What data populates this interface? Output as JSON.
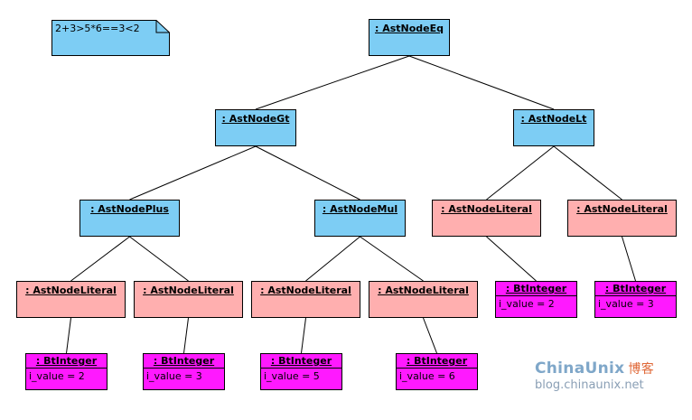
{
  "note": {
    "text": "2+3>5*6==3<2"
  },
  "nodes": {
    "eq": {
      "title": ": AstNodeEq"
    },
    "gt": {
      "title": ": AstNodeGt"
    },
    "lt": {
      "title": ": AstNodeLt"
    },
    "plus": {
      "title": ": AstNodePlus"
    },
    "mul": {
      "title": ": AstNodeMul"
    },
    "lit_lt_left": {
      "title": ": AstNodeLiteral"
    },
    "lit_lt_right": {
      "title": ": AstNodeLiteral"
    },
    "lit_plus_left": {
      "title": ": AstNodeLiteral"
    },
    "lit_plus_right": {
      "title": ": AstNodeLiteral"
    },
    "lit_mul_left": {
      "title": ": AstNodeLiteral"
    },
    "lit_mul_right": {
      "title": ": AstNodeLiteral"
    },
    "bt_lt_left": {
      "title": ": BtInteger",
      "attr": "i_value = 2"
    },
    "bt_lt_right": {
      "title": ": BtInteger",
      "attr": "i_value = 3"
    },
    "bt_plus_left": {
      "title": ": BtInteger",
      "attr": "i_value = 2"
    },
    "bt_plus_right": {
      "title": ": BtInteger",
      "attr": "i_value = 3"
    },
    "bt_mul_left": {
      "title": ": BtInteger",
      "attr": "i_value = 5"
    },
    "bt_mul_right": {
      "title": ": BtInteger",
      "attr": "i_value = 6"
    }
  },
  "edges": [
    [
      "eq",
      "gt"
    ],
    [
      "eq",
      "lt"
    ],
    [
      "gt",
      "plus"
    ],
    [
      "gt",
      "mul"
    ],
    [
      "lt",
      "lit_lt_left"
    ],
    [
      "lt",
      "lit_lt_right"
    ],
    [
      "plus",
      "lit_plus_left"
    ],
    [
      "plus",
      "lit_plus_right"
    ],
    [
      "mul",
      "lit_mul_left"
    ],
    [
      "mul",
      "lit_mul_right"
    ],
    [
      "lit_lt_left",
      "bt_lt_left"
    ],
    [
      "lit_lt_right",
      "bt_lt_right"
    ],
    [
      "lit_plus_left",
      "bt_plus_left"
    ],
    [
      "lit_plus_right",
      "bt_plus_right"
    ],
    [
      "lit_mul_left",
      "bt_mul_left"
    ],
    [
      "lit_mul_right",
      "bt_mul_right"
    ]
  ],
  "watermark": {
    "brand": "ChinaUnix",
    "brand_cn": "博客",
    "url": "blog.chinaunix.net"
  },
  "colors": {
    "ast": "#7dcdf4",
    "literal": "#ffafaf",
    "integer": "#ff19ff",
    "note": "#7dcdf4"
  }
}
